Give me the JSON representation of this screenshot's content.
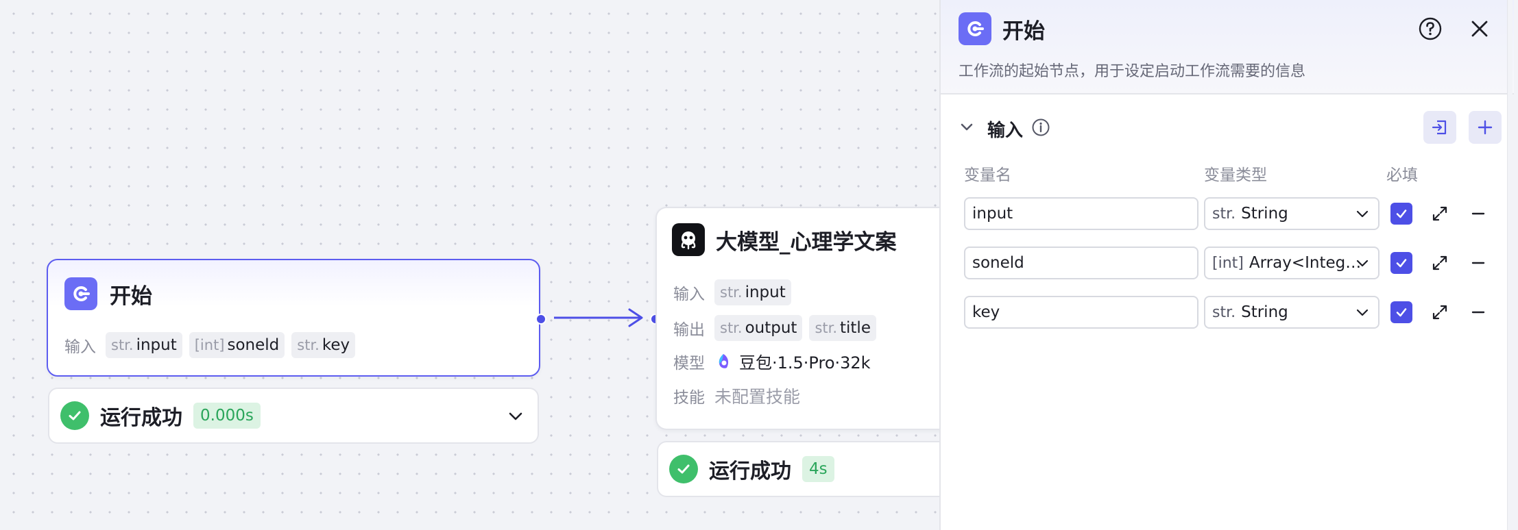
{
  "start_node": {
    "title": "开始",
    "input_label": "输入",
    "inputs": [
      {
        "type": "str.",
        "name": "input"
      },
      {
        "type": "[int]",
        "name": "soneld"
      },
      {
        "type": "str.",
        "name": "key"
      }
    ],
    "status": {
      "text": "运行成功",
      "time": "0.000s"
    }
  },
  "llm_node": {
    "title": "大模型_心理学文案",
    "input_label": "输入",
    "inputs": [
      {
        "type": "str.",
        "name": "input"
      }
    ],
    "output_label": "输出",
    "outputs": [
      {
        "type": "str.",
        "name": "output"
      },
      {
        "type": "str.",
        "name": "title"
      }
    ],
    "model_label": "模型",
    "model_value": "豆包·1.5·Pro·32k",
    "skill_label": "技能",
    "skill_value": "未配置技能",
    "status": {
      "text": "运行成功",
      "time": "4s"
    }
  },
  "panel": {
    "title": "开始",
    "description": "工作流的起始节点，用于设定启动工作流需要的信息",
    "section_title": "输入",
    "columns": {
      "name": "变量名",
      "type": "变量类型",
      "required": "必填"
    },
    "variables": [
      {
        "name": "input",
        "type_icon": "str.",
        "type": "String",
        "required": true
      },
      {
        "name": "soneld",
        "type_icon": "[int]",
        "type": "Array<Integer>",
        "required": true
      },
      {
        "name": "key",
        "type_icon": "str.",
        "type": "String",
        "required": true
      }
    ]
  },
  "colors": {
    "accent": "#4d4fe6",
    "success": "#3fbf6b",
    "start_logo": "#6b6df5"
  }
}
